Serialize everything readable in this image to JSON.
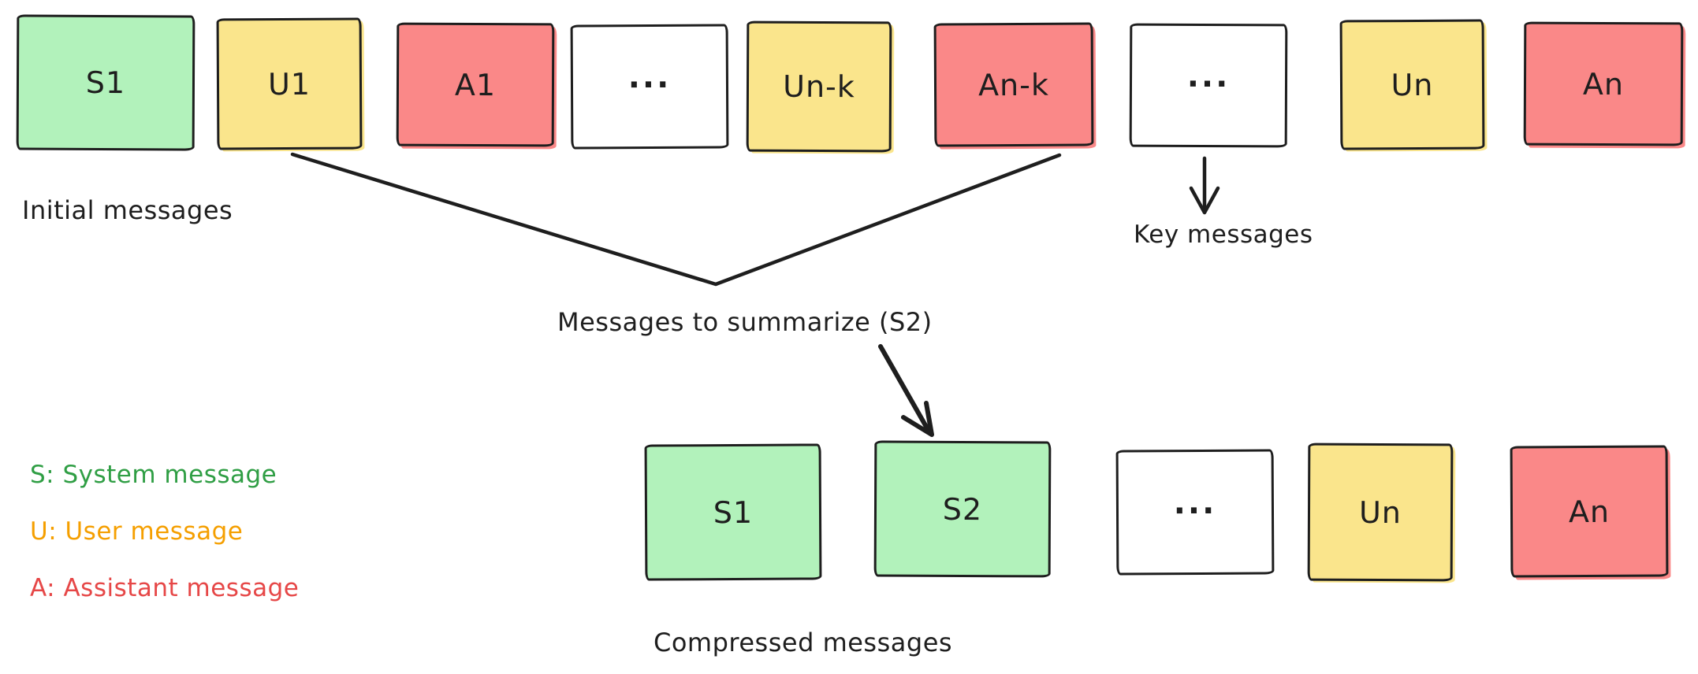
{
  "diagram": {
    "top_row": {
      "caption": "Initial messages",
      "boxes": [
        {
          "label": "S1",
          "role": "system"
        },
        {
          "label": "U1",
          "role": "user"
        },
        {
          "label": "A1",
          "role": "assistant"
        },
        {
          "label": "...",
          "role": "ellipsis"
        },
        {
          "label": "Un-k",
          "role": "user"
        },
        {
          "label": "An-k",
          "role": "assistant"
        },
        {
          "label": "...",
          "role": "ellipsis"
        },
        {
          "label": "Un",
          "role": "user"
        },
        {
          "label": "An",
          "role": "assistant"
        }
      ]
    },
    "bottom_row": {
      "caption": "Compressed messages",
      "boxes": [
        {
          "label": "S1",
          "role": "system"
        },
        {
          "label": "S2",
          "role": "system"
        },
        {
          "label": "...",
          "role": "ellipsis"
        },
        {
          "label": "Un",
          "role": "user"
        },
        {
          "label": "An",
          "role": "assistant"
        }
      ]
    },
    "annotations": {
      "messages_to_summarize": "Messages to summarize (S2)",
      "key_messages": "Key messages"
    },
    "legend": {
      "items": [
        {
          "text": "S: System message",
          "role": "system"
        },
        {
          "text": "U: User message",
          "role": "user"
        },
        {
          "text": "A: Assistant message",
          "role": "assistant"
        }
      ]
    }
  },
  "colors": {
    "stroke": "#1e1e1e",
    "system_fill": "#b2f2bb",
    "user_fill": "#fae58c",
    "assistant_fill": "#fa8888",
    "ellipsis_fill": "#ffffff",
    "legend_green": "#2f9e44",
    "legend_orange": "#f59f00",
    "legend_red": "#e64747"
  }
}
